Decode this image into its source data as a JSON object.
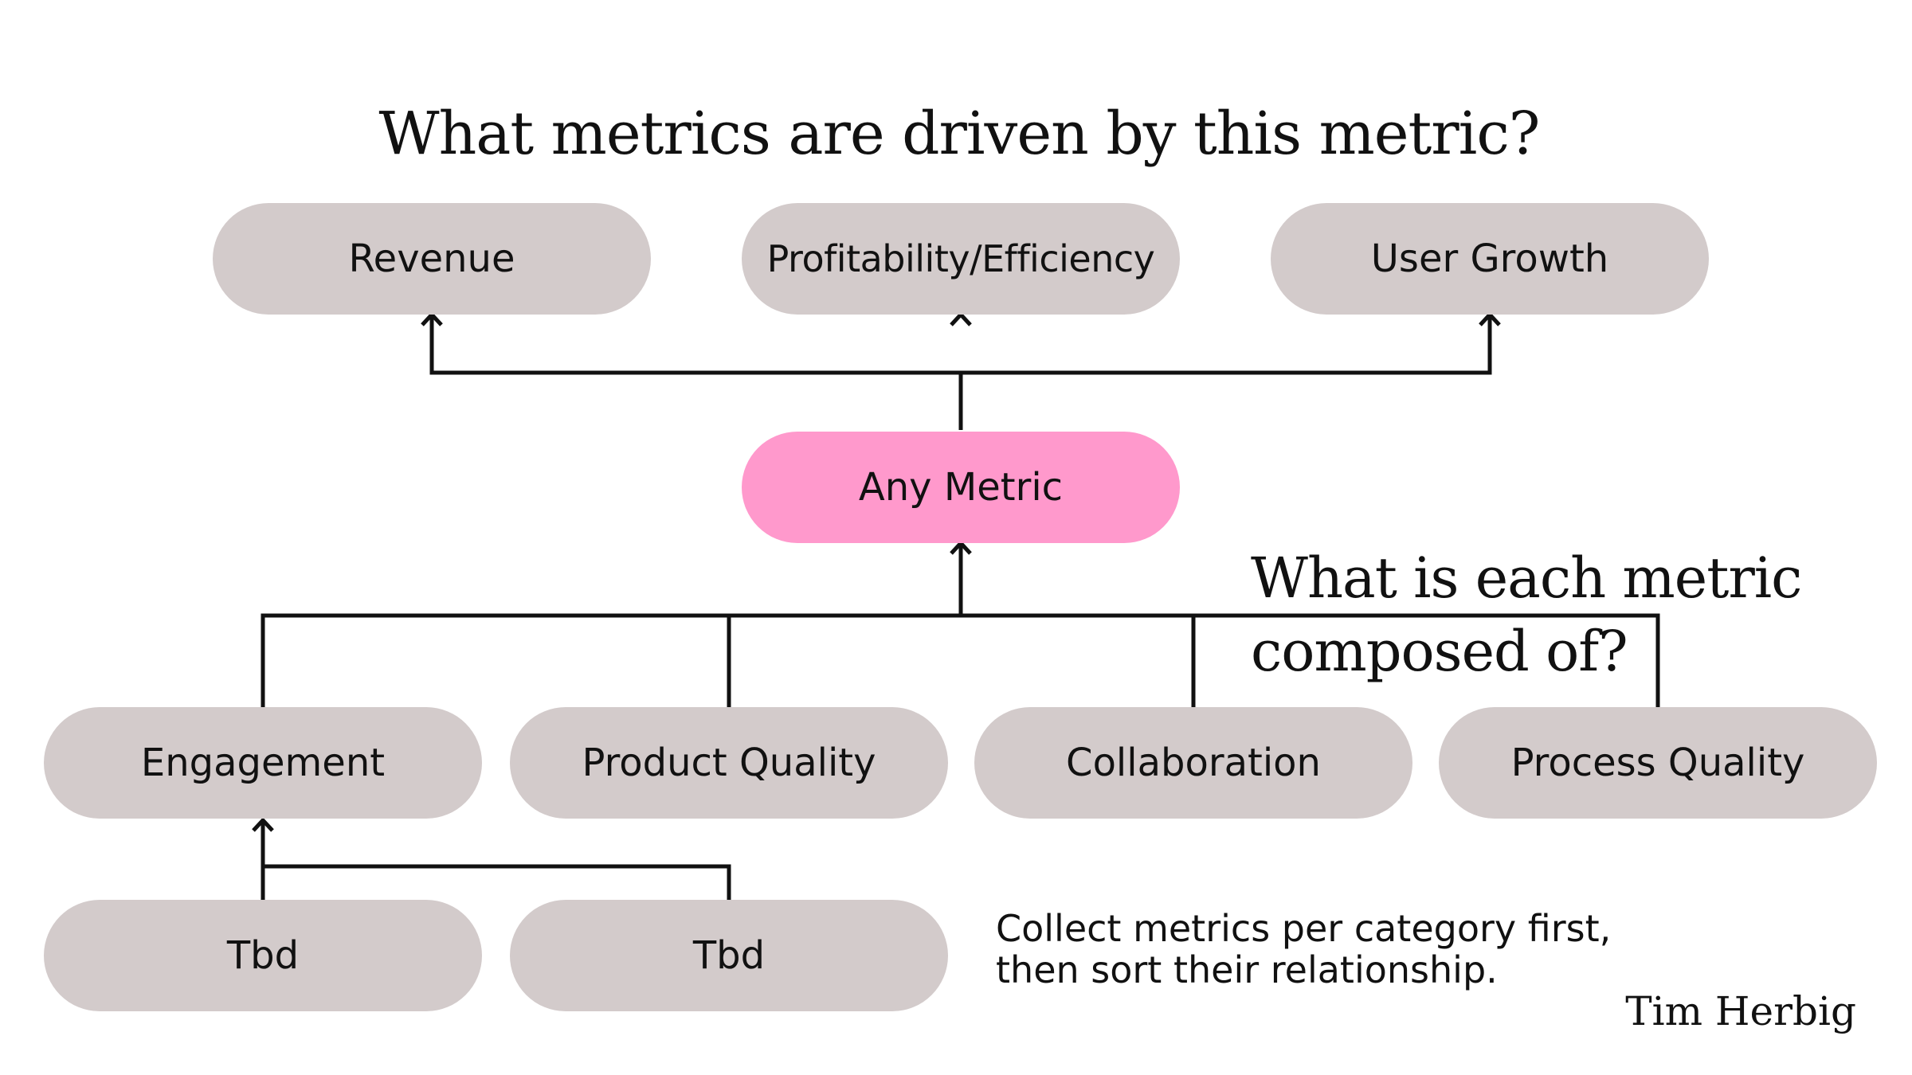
{
  "diagram": {
    "title_top": "What metrics are driven by this metric?",
    "title_mid": [
      "What is each metric",
      "composed of?"
    ],
    "nodes": {
      "revenue": "Revenue",
      "profitability": "Profitability/Efficiency",
      "user_growth": "User Growth",
      "any_metric": "Any Metric",
      "engagement": "Engagement",
      "product_quality": "Product Quality",
      "collaboration": "Collaboration",
      "process_quality": "Process Quality",
      "tbd_1": "Tbd",
      "tbd_2": "Tbd"
    },
    "note": [
      "Collect metrics per category first,",
      "then sort their relationship."
    ],
    "signature": "Tim Herbig",
    "colors": {
      "node_fill": "#d3cbcb",
      "center_fill": "#ff99cc",
      "line": "#111111",
      "background": "#ffffff"
    }
  }
}
